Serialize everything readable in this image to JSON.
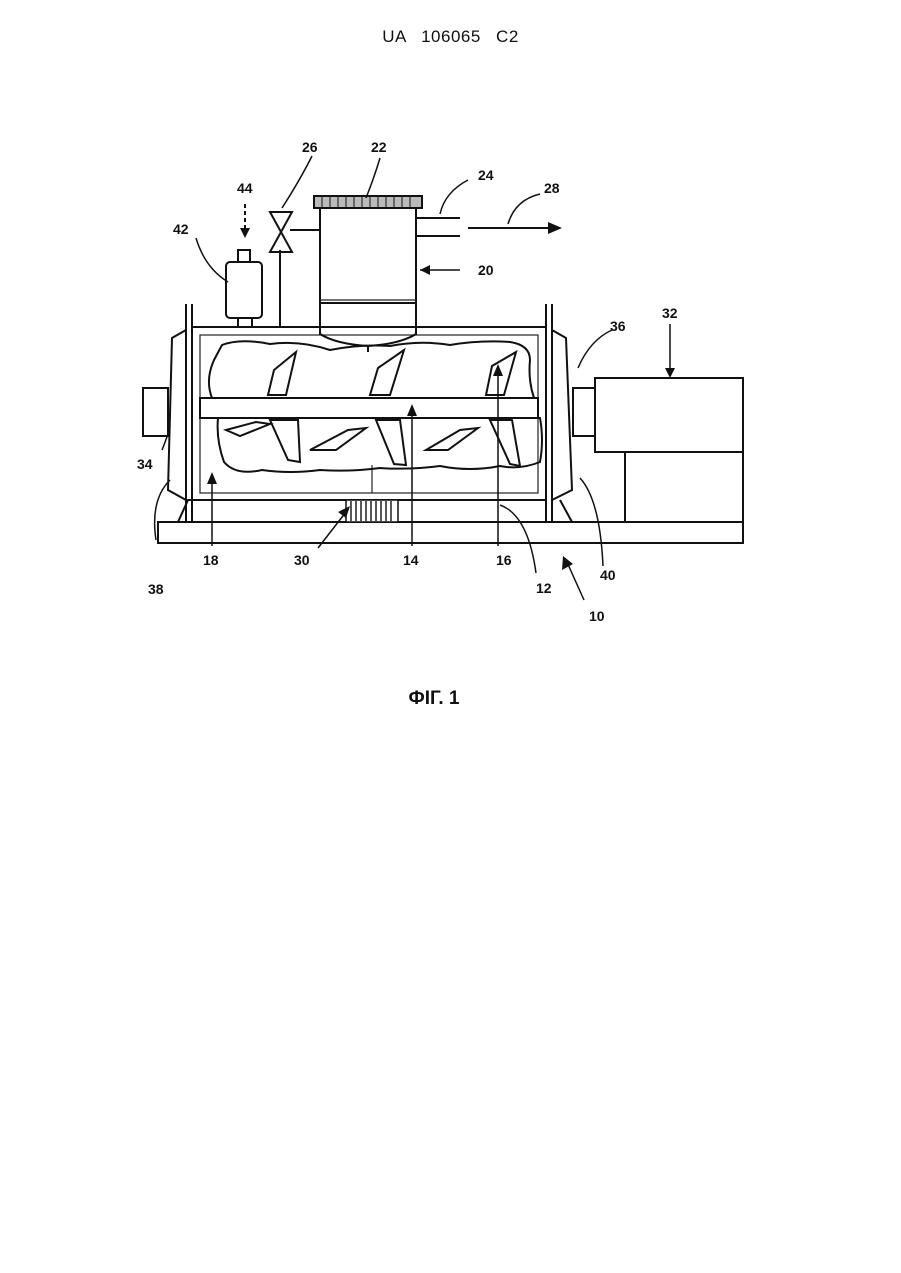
{
  "header": {
    "text": "UA   106065   C2"
  },
  "figure": {
    "caption": "ФІГ. 1",
    "labels": {
      "l10": "10",
      "l12": "12",
      "l14": "14",
      "l16": "16",
      "l18": "18",
      "l20": "20",
      "l22": "22",
      "l24": "24",
      "l26": "26",
      "l28": "28",
      "l30": "30",
      "l32": "32",
      "l34": "34",
      "l36": "36",
      "l38": "38",
      "l40": "40",
      "l42": "42",
      "l44": "44"
    }
  }
}
